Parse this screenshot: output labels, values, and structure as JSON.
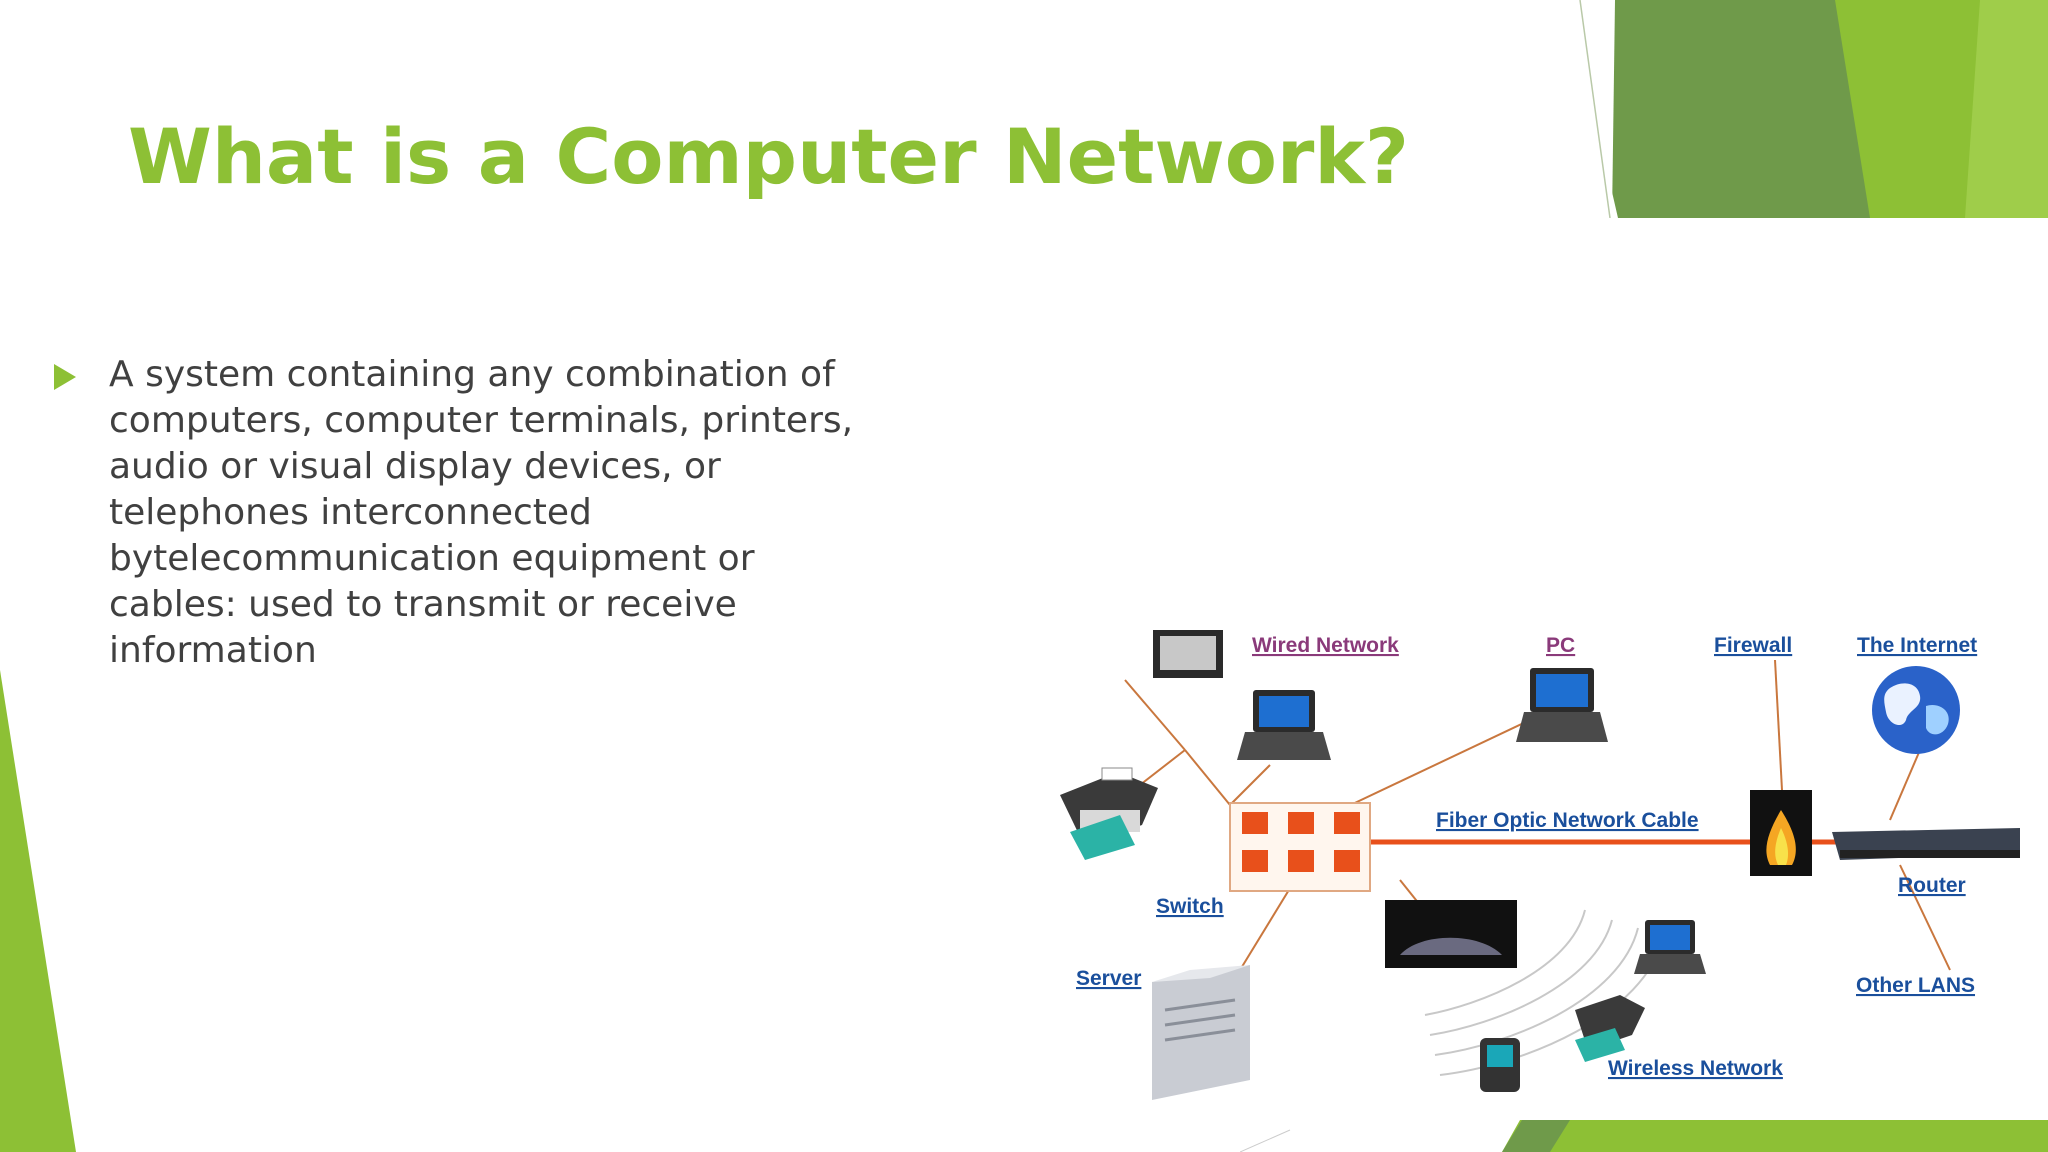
{
  "slide": {
    "title": "What is a Computer Network?",
    "bullet_lines": [
      "A system containing any combination of",
      "computers, computer terminals, printers,",
      "audio or visual display devices, or",
      "telephones interconnected",
      "bytelecommunication equipment or",
      "cables: used to transmit or receive",
      "information"
    ]
  },
  "diagram": {
    "labels": {
      "wired_network": "Wired Network",
      "pc": "PC",
      "firewall": "Firewall",
      "the_internet": "The Internet",
      "fiber_optic": "Fiber Optic Network Cable",
      "switch": "Switch",
      "router": "Router",
      "server": "Server",
      "other_lans": "Other LANS",
      "wireless_network": "Wireless Network"
    },
    "colors": {
      "link_label": "#1a4f9c",
      "wired_label": "#8a3a7a",
      "cable": "#c9773e",
      "switch_port": "#e8501b",
      "accent_green": "#8dc035"
    }
  }
}
